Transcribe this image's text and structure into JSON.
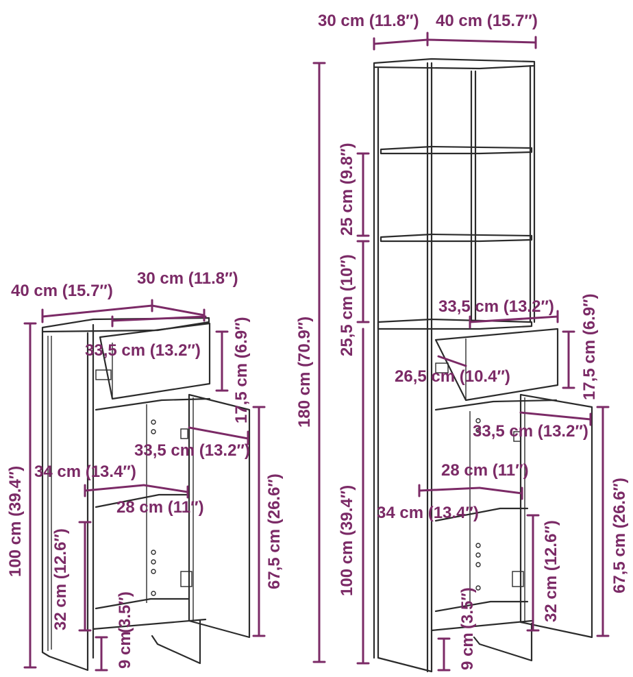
{
  "accent_color": "#7b2a66",
  "line_color": "#2b2b2b",
  "small_cabinet": {
    "top_width": "40 cm (15.7″)",
    "top_depth": "30 cm (11.8″)",
    "height": "100 cm (39.4″)",
    "drawer_width": "33,5 cm (13.2″)",
    "drawer_height": "17,5 cm (6.9″)",
    "door_width": "33,5 cm (13.2″)",
    "door_height": "67,5 cm (26.6″)",
    "inner_width": "34 cm (13.4″)",
    "inner_depth": "28 cm (11″)",
    "compartment_height": "32 cm (12.6″)",
    "shelf_gap": "(3.5″)",
    "leg_height": "9 cm"
  },
  "tall_cabinet": {
    "top_depth": "30 cm (11.8″)",
    "top_width": "40 cm (15.7″)",
    "total_height": "180 cm (70.9″)",
    "shelf_spacing_top": "25 cm (9.8″)",
    "shelf_spacing_lower": "25,5 cm (10″)",
    "base_height": "100 cm (39.4″)",
    "drawer_width": "33,5 cm (13.2″)",
    "drawer_height": "17,5 cm (6.9″)",
    "drawer_depth": "26,5 cm (10.4″)",
    "door_width": "33,5 cm (13.2″)",
    "door_height": "67,5 cm (26.6″)",
    "inner_depth": "28 cm (11″)",
    "inner_width": "34 cm (13.4″)",
    "compartment_height": "32 cm (12.6″)",
    "shelf_gap": "(3.5″)",
    "leg_height": "9 cm"
  }
}
